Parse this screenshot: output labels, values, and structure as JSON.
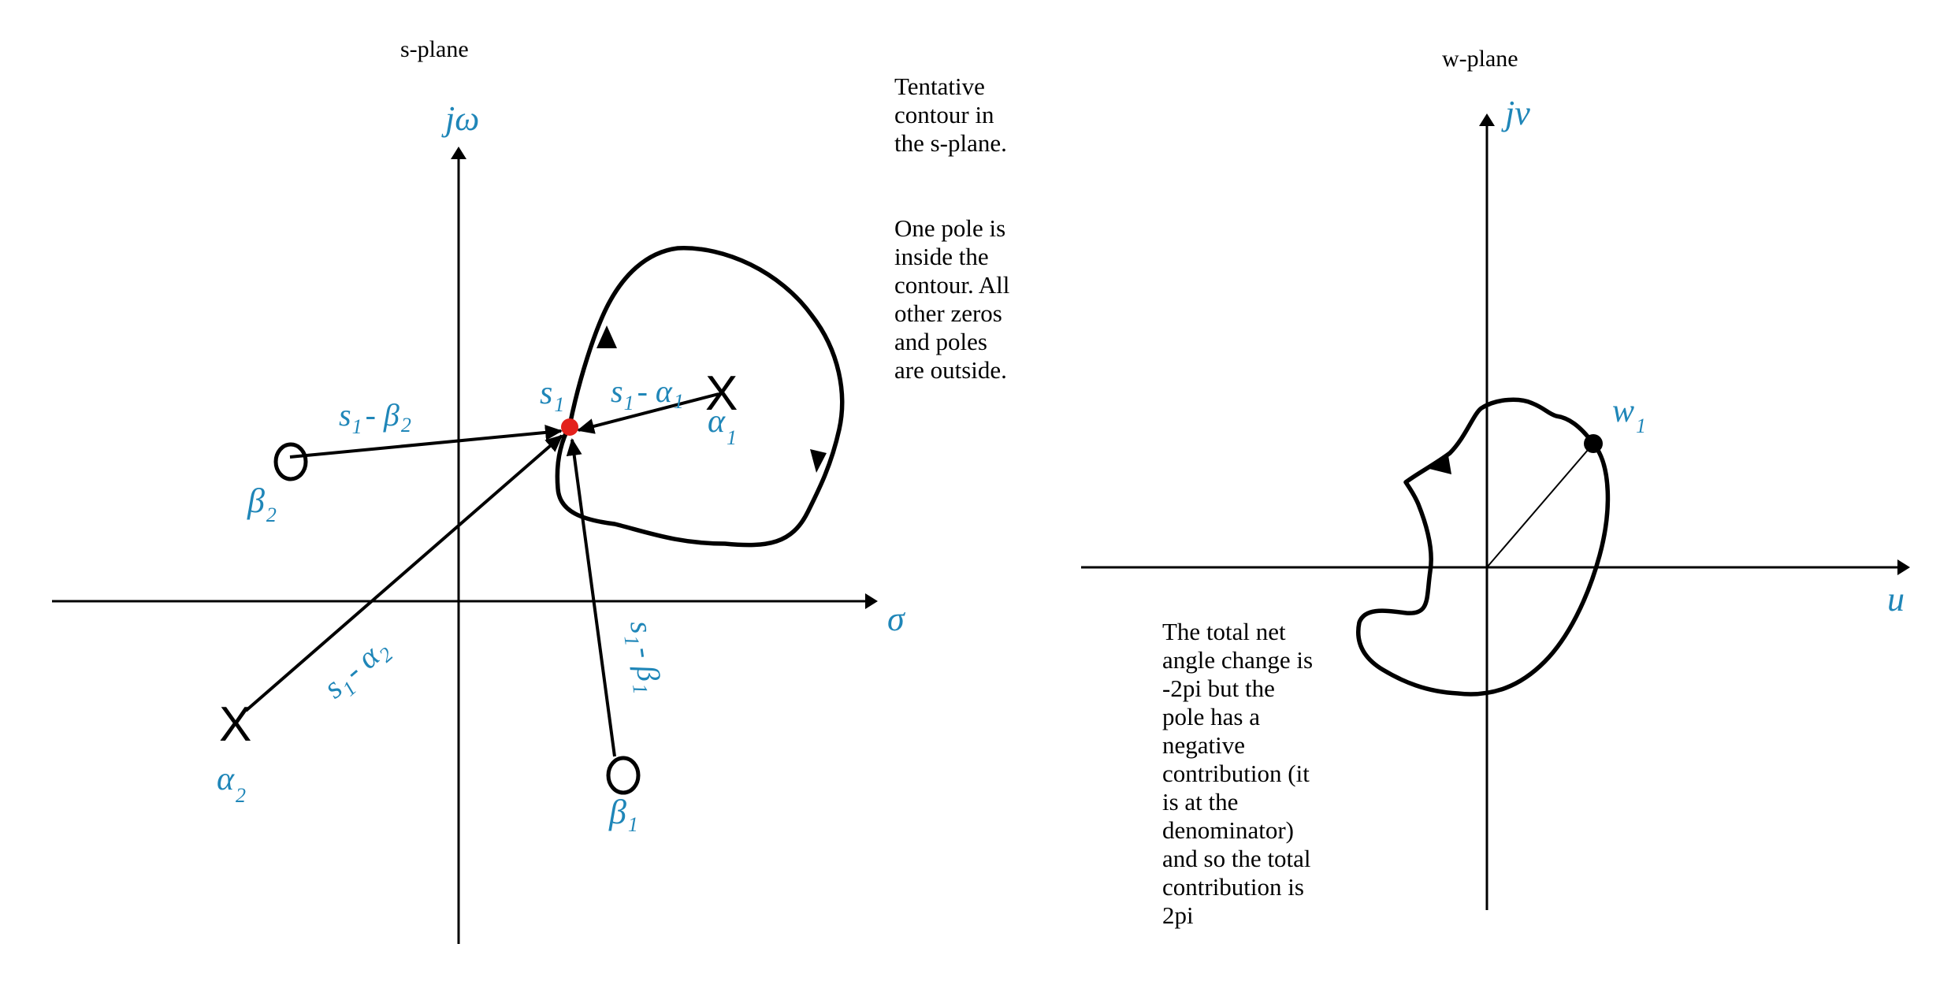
{
  "s_plane": {
    "title": "s-plane",
    "axis_imag": "jω",
    "axis_real": "σ",
    "point_label": "s",
    "point_sub": "1",
    "poles": [
      {
        "id": "alpha1",
        "symbol": "X",
        "label": "α",
        "sub": "1"
      },
      {
        "id": "alpha2",
        "symbol": "X",
        "label": "α",
        "sub": "2"
      }
    ],
    "zeros": [
      {
        "id": "beta1",
        "symbol": "O",
        "label": "β",
        "sub": "1"
      },
      {
        "id": "beta2",
        "symbol": "O",
        "label": "β",
        "sub": "2"
      }
    ],
    "vectors": [
      {
        "id": "v-alpha1",
        "text": "s",
        "sub": "1",
        "rest": "- α",
        "sub2": "1"
      },
      {
        "id": "v-beta2",
        "text": "s",
        "sub": "1",
        "rest": "- β",
        "sub2": "2"
      },
      {
        "id": "v-alpha2",
        "text": "s",
        "sub": "1",
        "rest": "- α",
        "sub2": "2"
      },
      {
        "id": "v-beta1",
        "text": "s",
        "sub": "1",
        "rest": "- β",
        "sub2": "1"
      }
    ],
    "note_1": [
      "Tentative",
      "contour in",
      "the s-plane."
    ],
    "note_2": [
      "One pole is",
      "inside the",
      "contour. All",
      "other zeros",
      "and poles",
      "are outside."
    ],
    "point_color": "#e3211c"
  },
  "w_plane": {
    "title": "w-plane",
    "axis_imag": "jv",
    "axis_real": "u",
    "point_label": "w",
    "point_sub": "1",
    "note": [
      "The total net",
      "angle change is",
      "-2pi but the",
      "pole has a",
      "negative",
      "contribution (it",
      "is at the",
      "denominator)",
      "and so the total",
      "contribution is",
      "2pi"
    ]
  },
  "colors": {
    "label_blue": "#1f86b8",
    "axes": "#000000"
  }
}
